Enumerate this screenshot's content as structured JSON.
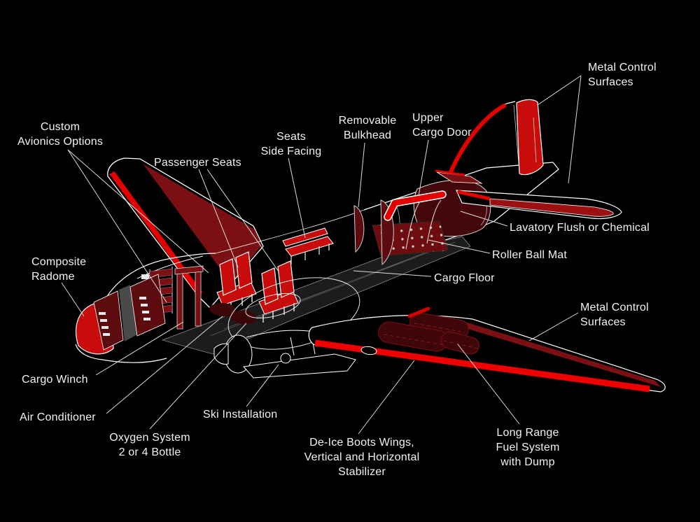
{
  "diagram": {
    "subject": "aircraft-cutaway",
    "colors": {
      "background": "#000000",
      "outline": "#ffffff",
      "label_text": "#f2f2f2",
      "bright_red": "#e50000",
      "part_red": "#c80b0b",
      "dark_red": "#7a1013",
      "maroon": "#45080a",
      "floor_gray": "#1c1c1c"
    }
  },
  "labels": [
    {
      "id": "metal-control-surfaces-top",
      "text": "Metal Control\nSurfaces"
    },
    {
      "id": "custom-avionics-options",
      "text": "Custom\nAvionics Options"
    },
    {
      "id": "passenger-seats",
      "text": "Passenger Seats"
    },
    {
      "id": "seats-side-facing",
      "text": "Seats\nSide Facing"
    },
    {
      "id": "removable-bulkhead",
      "text": "Removable\nBulkhead"
    },
    {
      "id": "upper-cargo-door",
      "text": "Upper\nCargo Door"
    },
    {
      "id": "lavatory-flush-or-chemical",
      "text": "Lavatory Flush or Chemical"
    },
    {
      "id": "roller-ball-mat",
      "text": "Roller Ball Mat"
    },
    {
      "id": "cargo-floor",
      "text": "Cargo Floor"
    },
    {
      "id": "composite-radome",
      "text": "Composite\nRadome"
    },
    {
      "id": "cargo-winch",
      "text": "Cargo Winch"
    },
    {
      "id": "air-conditioner",
      "text": "Air Conditioner"
    },
    {
      "id": "oxygen-system",
      "text": "Oxygen System\n2 or 4 Bottle"
    },
    {
      "id": "ski-installation",
      "text": "Ski Installation"
    },
    {
      "id": "de-ice-boots",
      "text": "De-Ice Boots Wings,\nVertical and Horizontal\nStabilizer"
    },
    {
      "id": "long-range-fuel-system",
      "text": "Long Range\nFuel System\nwith Dump"
    },
    {
      "id": "metal-control-surfaces-right",
      "text": "Metal Control\nSurfaces"
    }
  ]
}
